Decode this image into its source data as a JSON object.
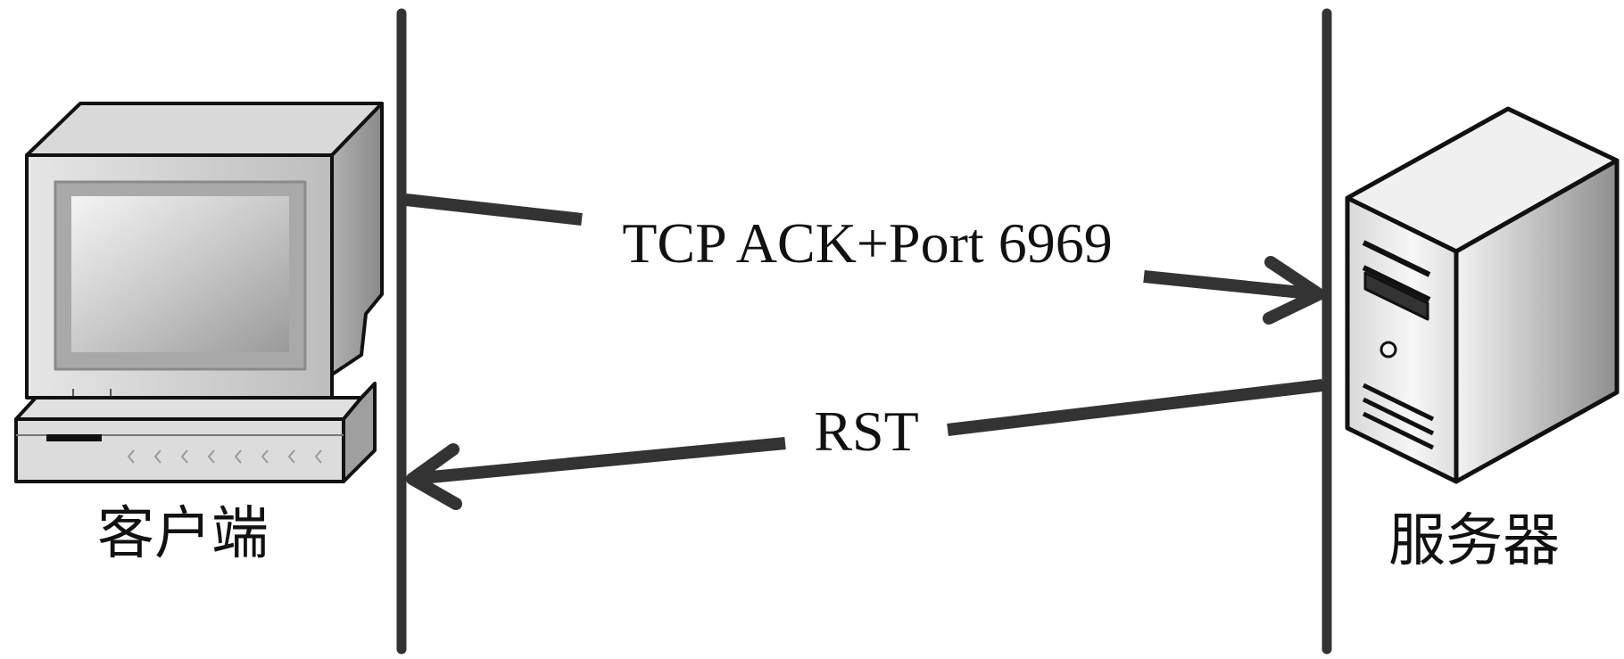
{
  "nodes": {
    "client": {
      "label": "客户端",
      "icon": "desktop-computer-icon"
    },
    "server": {
      "label": "服务器",
      "icon": "tower-server-icon"
    }
  },
  "messages": [
    {
      "label": "TCP ACK+Port 6969",
      "from": "client",
      "to": "server"
    },
    {
      "label": "RST",
      "from": "server",
      "to": "client"
    }
  ],
  "colors": {
    "line": "#333333",
    "text": "#111111"
  }
}
